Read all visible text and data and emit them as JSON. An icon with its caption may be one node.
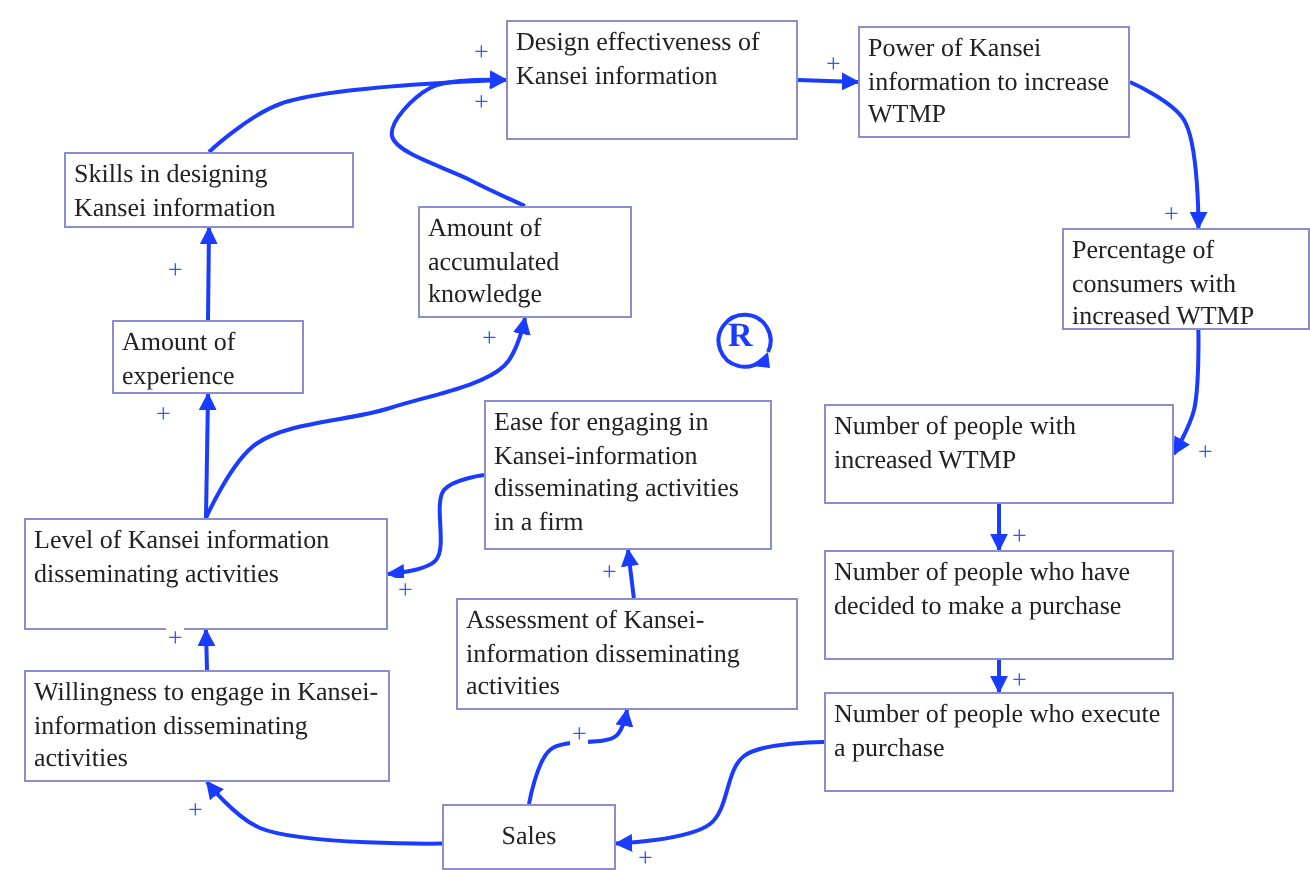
{
  "diagram": {
    "nodes": [
      {
        "text": [
          "Design effectiveness of Kansei information"
        ]
      },
      {
        "text": [
          "Power of Kansei information to increase WTMP"
        ]
      },
      {
        "text": [
          "Percentage of consumers with increased WTMP"
        ]
      },
      {
        "text": [
          "Number of people with increased WTMP"
        ]
      },
      {
        "text": [
          "Number of people who have decided to make a purchase"
        ]
      },
      {
        "text": [
          "Number of people who execute a purchase"
        ]
      },
      {
        "text": [
          "Sales"
        ]
      },
      {
        "text": [
          "Willingness to engage in Kansei-information disseminating activities"
        ]
      },
      {
        "text": [
          "Level of Kansei information disseminating activities"
        ]
      },
      {
        "text": [
          "Amount of experience"
        ]
      },
      {
        "text": [
          "Skills in designing Kansei information"
        ]
      },
      {
        "text": [
          "Amount of accumulated knowledge"
        ]
      },
      {
        "text": [
          "Ease for engaging in Kansei-information disseminating activities in a firm"
        ]
      },
      {
        "text": [
          "Assessment of Kansei-information disseminating activities"
        ]
      }
    ],
    "edges": [
      {
        "from": 10,
        "to": 0,
        "arrow": "to",
        "label": "+"
      },
      {
        "from": 11,
        "to": 0,
        "arrow": "to",
        "label": "+"
      },
      {
        "from": 0,
        "to": 1,
        "arrow": "to",
        "label": "+"
      },
      {
        "from": 1,
        "to": 2,
        "arrow": "to",
        "label": "+"
      },
      {
        "from": 2,
        "to": 3,
        "arrow": "to",
        "label": "+"
      },
      {
        "from": 3,
        "to": 4,
        "arrow": "to",
        "label": "+"
      },
      {
        "from": 4,
        "to": 5,
        "arrow": "to",
        "label": "+"
      },
      {
        "from": 5,
        "to": 6,
        "arrow": "to",
        "label": "+"
      },
      {
        "from": 6,
        "to": 7,
        "arrow": "to",
        "label": "+"
      },
      {
        "from": 6,
        "to": 13,
        "arrow": "to",
        "label": "+"
      },
      {
        "from": 13,
        "to": 12,
        "arrow": "to",
        "label": "+"
      },
      {
        "from": 12,
        "to": 8,
        "arrow": "to",
        "label": "+"
      },
      {
        "from": 7,
        "to": 8,
        "arrow": "to",
        "label": "+"
      },
      {
        "from": 8,
        "to": 9,
        "arrow": "to",
        "label": "+"
      },
      {
        "from": 9,
        "to": 10,
        "arrow": "to",
        "label": "+"
      },
      {
        "from": 8,
        "to": 11,
        "arrow": "to",
        "label": "+"
      }
    ],
    "labels": [
      "R"
    ]
  }
}
